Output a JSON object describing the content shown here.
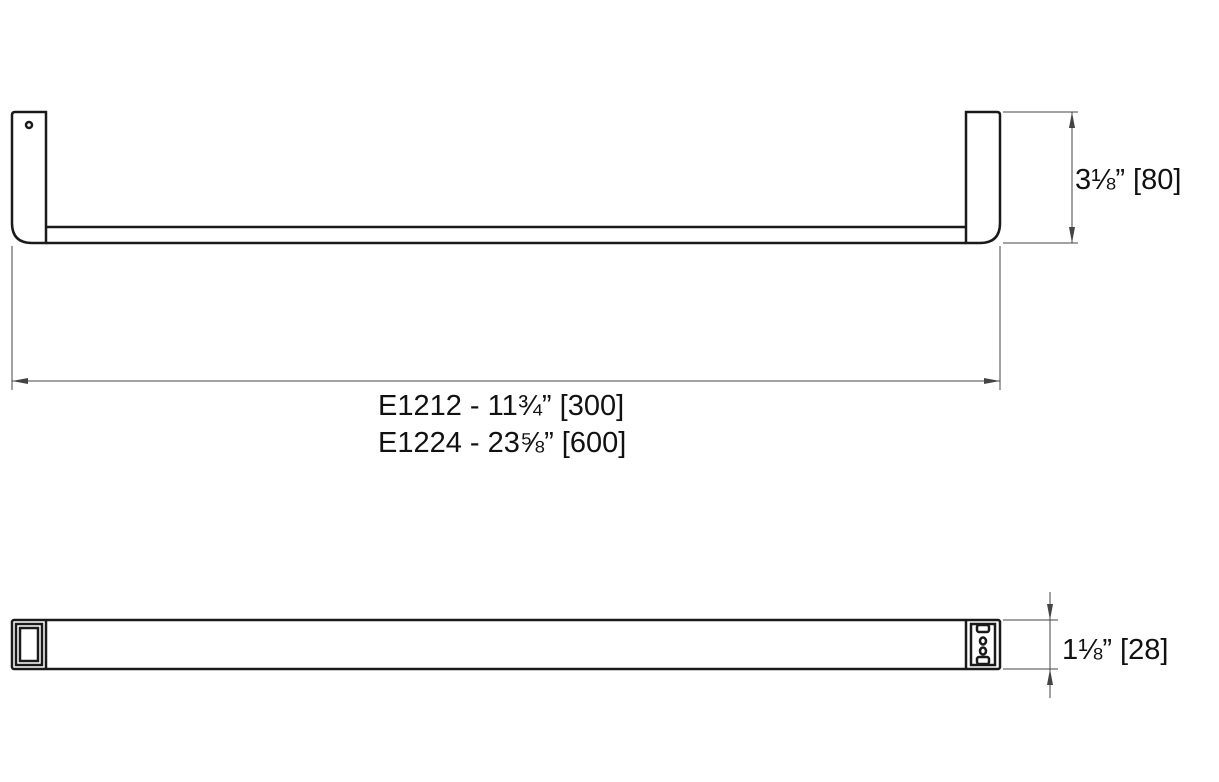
{
  "drawing": {
    "height_dimension": "3⅛” [80]",
    "length_dimensions": [
      "E1212 - 11¾” [300]",
      "E1224 - 23⅝” [600]"
    ],
    "depth_dimension": "1⅛” [28]"
  }
}
